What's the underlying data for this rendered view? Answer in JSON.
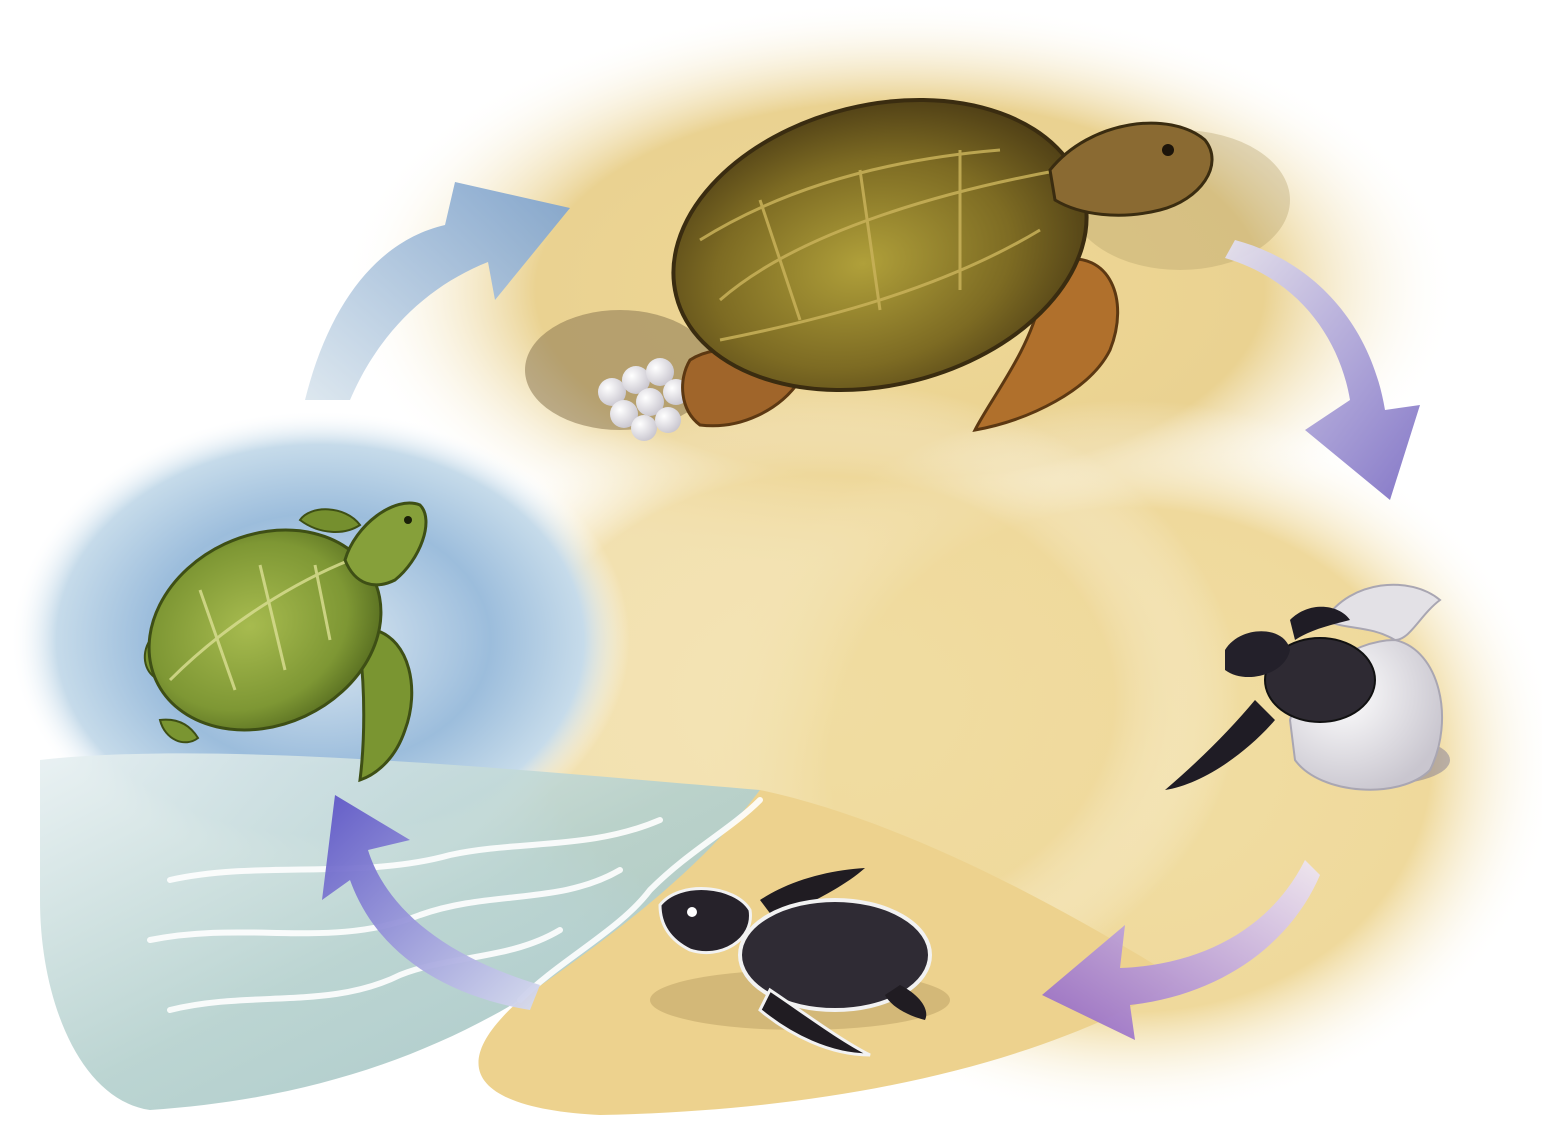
{
  "diagram": {
    "kind": "life-cycle",
    "stages": [
      {
        "id": "nesting",
        "icon": "adult-turtle-laying-eggs",
        "label": ""
      },
      {
        "id": "hatching",
        "icon": "hatchling-emerging-from-egg",
        "label": ""
      },
      {
        "id": "crawling",
        "icon": "hatchling-crawling-to-sea",
        "label": ""
      },
      {
        "id": "swimming",
        "icon": "adult-turtle-swimming",
        "label": ""
      }
    ],
    "arrows": [
      {
        "from": "nesting",
        "to": "hatching",
        "color": "#8f84c9"
      },
      {
        "from": "hatching",
        "to": "crawling",
        "color": "#9a72c4"
      },
      {
        "from": "crawling",
        "to": "swimming",
        "color": "#6c63c8"
      },
      {
        "from": "swimming",
        "to": "nesting",
        "color": "#8fb2d4"
      }
    ],
    "colors": {
      "sand": "#e9d393",
      "sand_dark": "#c9ad6a",
      "ocean": "#7fa9cf",
      "sea_shallow": "#b7d3cf",
      "shell_adult": "#7a6a22",
      "shell_green": "#7f9a35",
      "hatchling": "#2f2a2e",
      "egg": "#e9e7ea"
    }
  }
}
